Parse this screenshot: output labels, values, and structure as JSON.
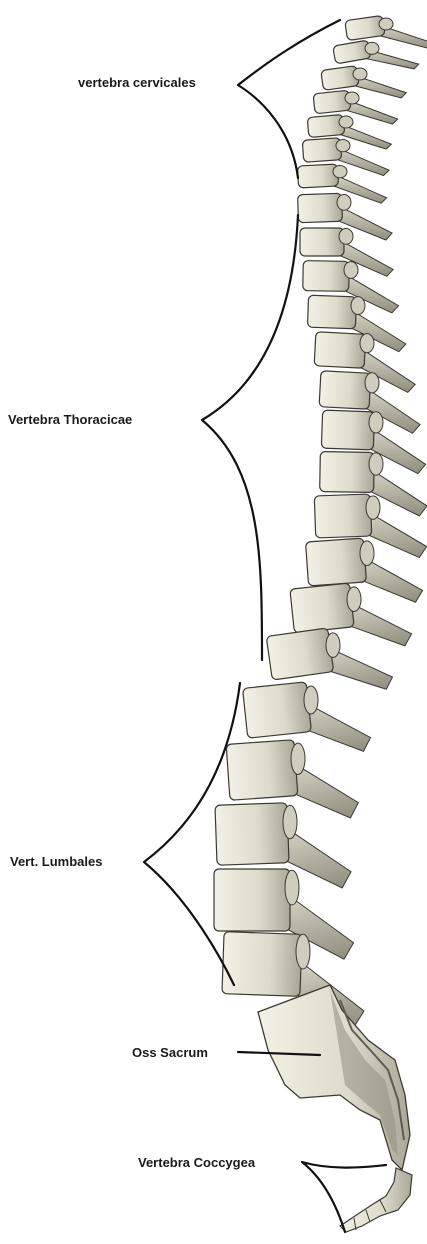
{
  "labels": {
    "cervical": "vertebra cervicales",
    "thoracic": "Vertebra Thoracicae",
    "lumbar": "Vert. Lumbales",
    "sacrum": "Oss Sacrum",
    "coccyx": "Vertebra Coccygea"
  },
  "colors": {
    "bone": "#e2e1d2",
    "bone_shadow": "#9d9c8c",
    "ink": "#111111",
    "background": "#ffffff"
  }
}
